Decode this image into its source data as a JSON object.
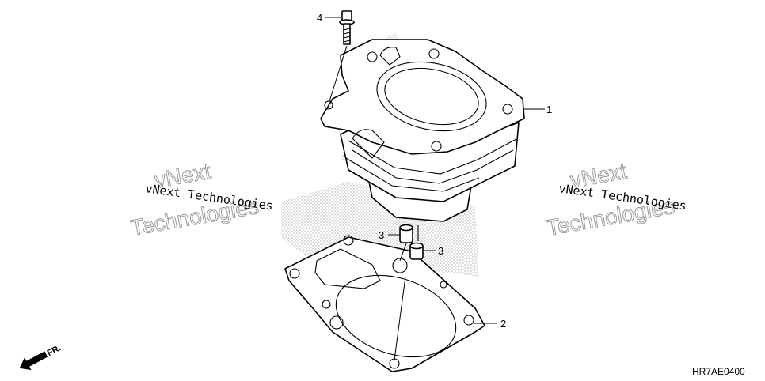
{
  "callouts": [
    {
      "number": "1",
      "part": "cylinder"
    },
    {
      "number": "2",
      "part": "cylinder-gasket"
    },
    {
      "number": "3",
      "part": "dowel-pin-left"
    },
    {
      "number": "3",
      "part": "dowel-pin-right"
    },
    {
      "number": "4",
      "part": "flange-bolt"
    }
  ],
  "watermarks": [
    {
      "line1": "vNext Technologies",
      "line2_outline": "vNext",
      "line3_outline": "Technologies"
    },
    {
      "line1": "vNext Technologies",
      "line2_outline": "vNext",
      "line3_outline": "Technologies"
    }
  ],
  "diagram_code": "HR7AE0400",
  "direction_label": "FR.",
  "colors": {
    "line": "#000000",
    "background": "#ffffff",
    "watermark_outline": "#9a9a9a"
  }
}
